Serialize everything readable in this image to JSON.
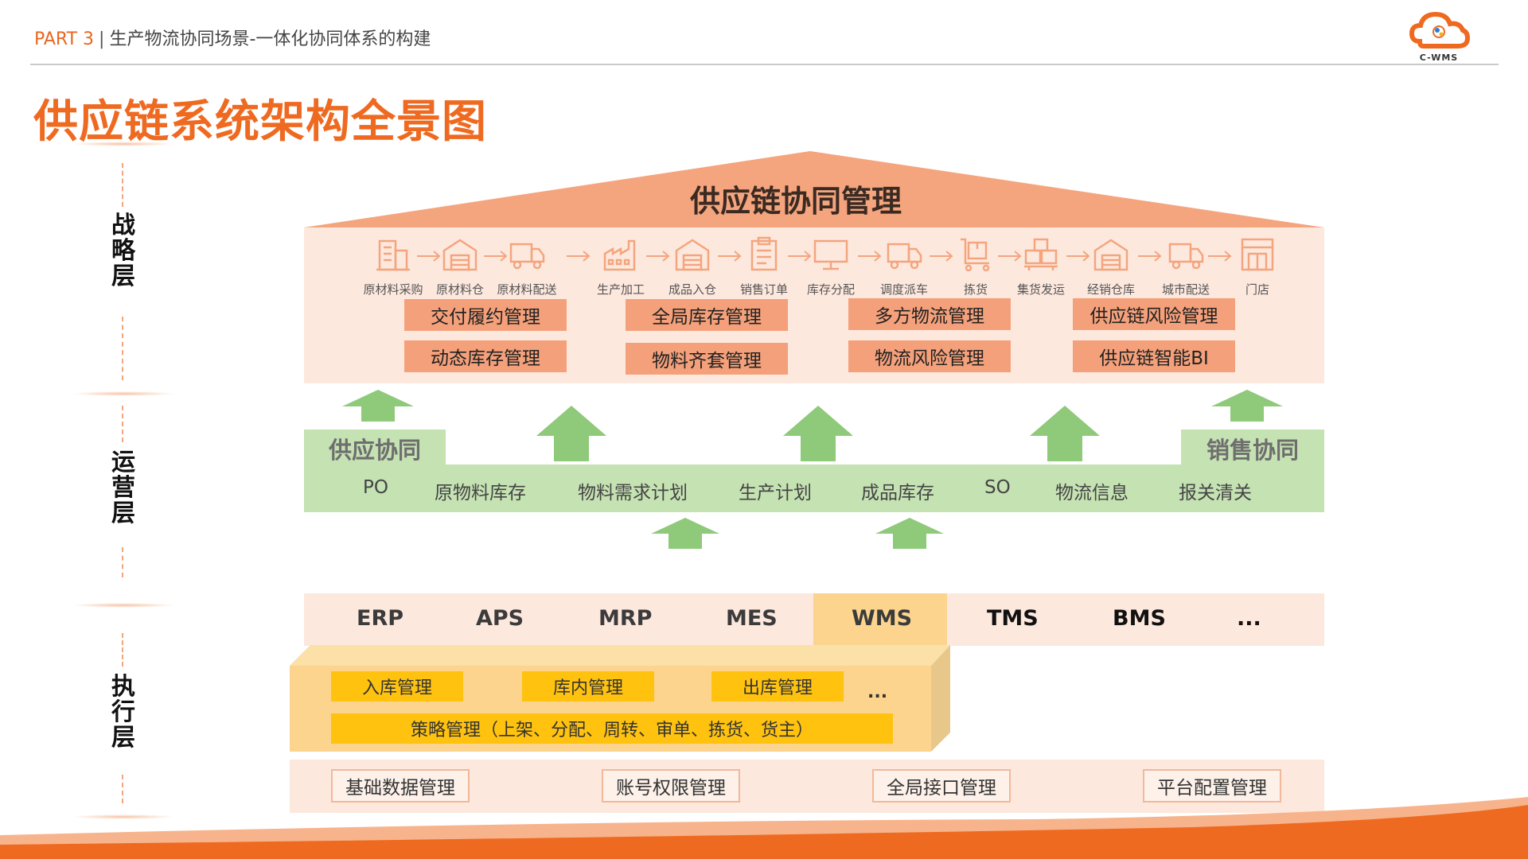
{
  "header": {
    "part": "PART 3",
    "divider": "|",
    "subtitle": "生产物流协同场景-一体化协同体系的构建",
    "logo_text": "C-WMS"
  },
  "title": "供应链系统架构全景图",
  "layers": {
    "strategy": "战略层",
    "operations": "运营层",
    "execution": "执行层"
  },
  "strategy": {
    "title": "供应链协同管理",
    "flow": [
      {
        "label": "原材料采购",
        "icon": "building-icon"
      },
      {
        "label": "原材料仓",
        "icon": "warehouse-icon"
      },
      {
        "label": "原材料配送",
        "icon": "truck-icon"
      },
      {
        "label": "生产加工",
        "icon": "factory-icon"
      },
      {
        "label": "成品入仓",
        "icon": "warehouse-icon"
      },
      {
        "label": "销售订单",
        "icon": "clipboard-icon"
      },
      {
        "label": "库存分配",
        "icon": "monitor-icon"
      },
      {
        "label": "调度派车",
        "icon": "truck-icon"
      },
      {
        "label": "拣货",
        "icon": "cart-icon"
      },
      {
        "label": "集货发运",
        "icon": "boxes-icon"
      },
      {
        "label": "经销仓库",
        "icon": "warehouse-icon"
      },
      {
        "label": "城市配送",
        "icon": "truck-icon"
      },
      {
        "label": "门店",
        "icon": "store-icon"
      }
    ],
    "modules": [
      [
        "交付履约管理",
        "动态库存管理"
      ],
      [
        "全局库存管理",
        "物料齐套管理"
      ],
      [
        "多方物流管理",
        "物流风险管理"
      ],
      [
        "供应链风险管理",
        "供应链智能BI"
      ]
    ]
  },
  "operations": {
    "supply_tab": "供应协同",
    "sales_tab": "销售协同",
    "items": [
      "PO",
      "原物料库存",
      "物料需求计划",
      "生产计划",
      "成品库存",
      "SO",
      "物流信息",
      "报关清关"
    ]
  },
  "execution": {
    "systems": [
      "ERP",
      "APS",
      "MRP",
      "MES",
      "WMS",
      "TMS",
      "BMS",
      "..."
    ],
    "wms_functions": [
      "入库管理",
      "库内管理",
      "出库管理"
    ],
    "wms_more": "...",
    "wms_strategy": "策略管理（上架、分配、周转、审单、拣货、货主）",
    "base": [
      "基础数据管理",
      "账号权限管理",
      "全局接口管理",
      "平台配置管理"
    ]
  },
  "colors": {
    "accent": "#ef6a21",
    "roof": "#f4a57e",
    "panel": "#fde8de",
    "module": "#f4a07a",
    "green": "#8fc97a",
    "green_bar": "#c5e2b3",
    "wms": "#fcd48e",
    "wms_func": "#ffc20e"
  }
}
